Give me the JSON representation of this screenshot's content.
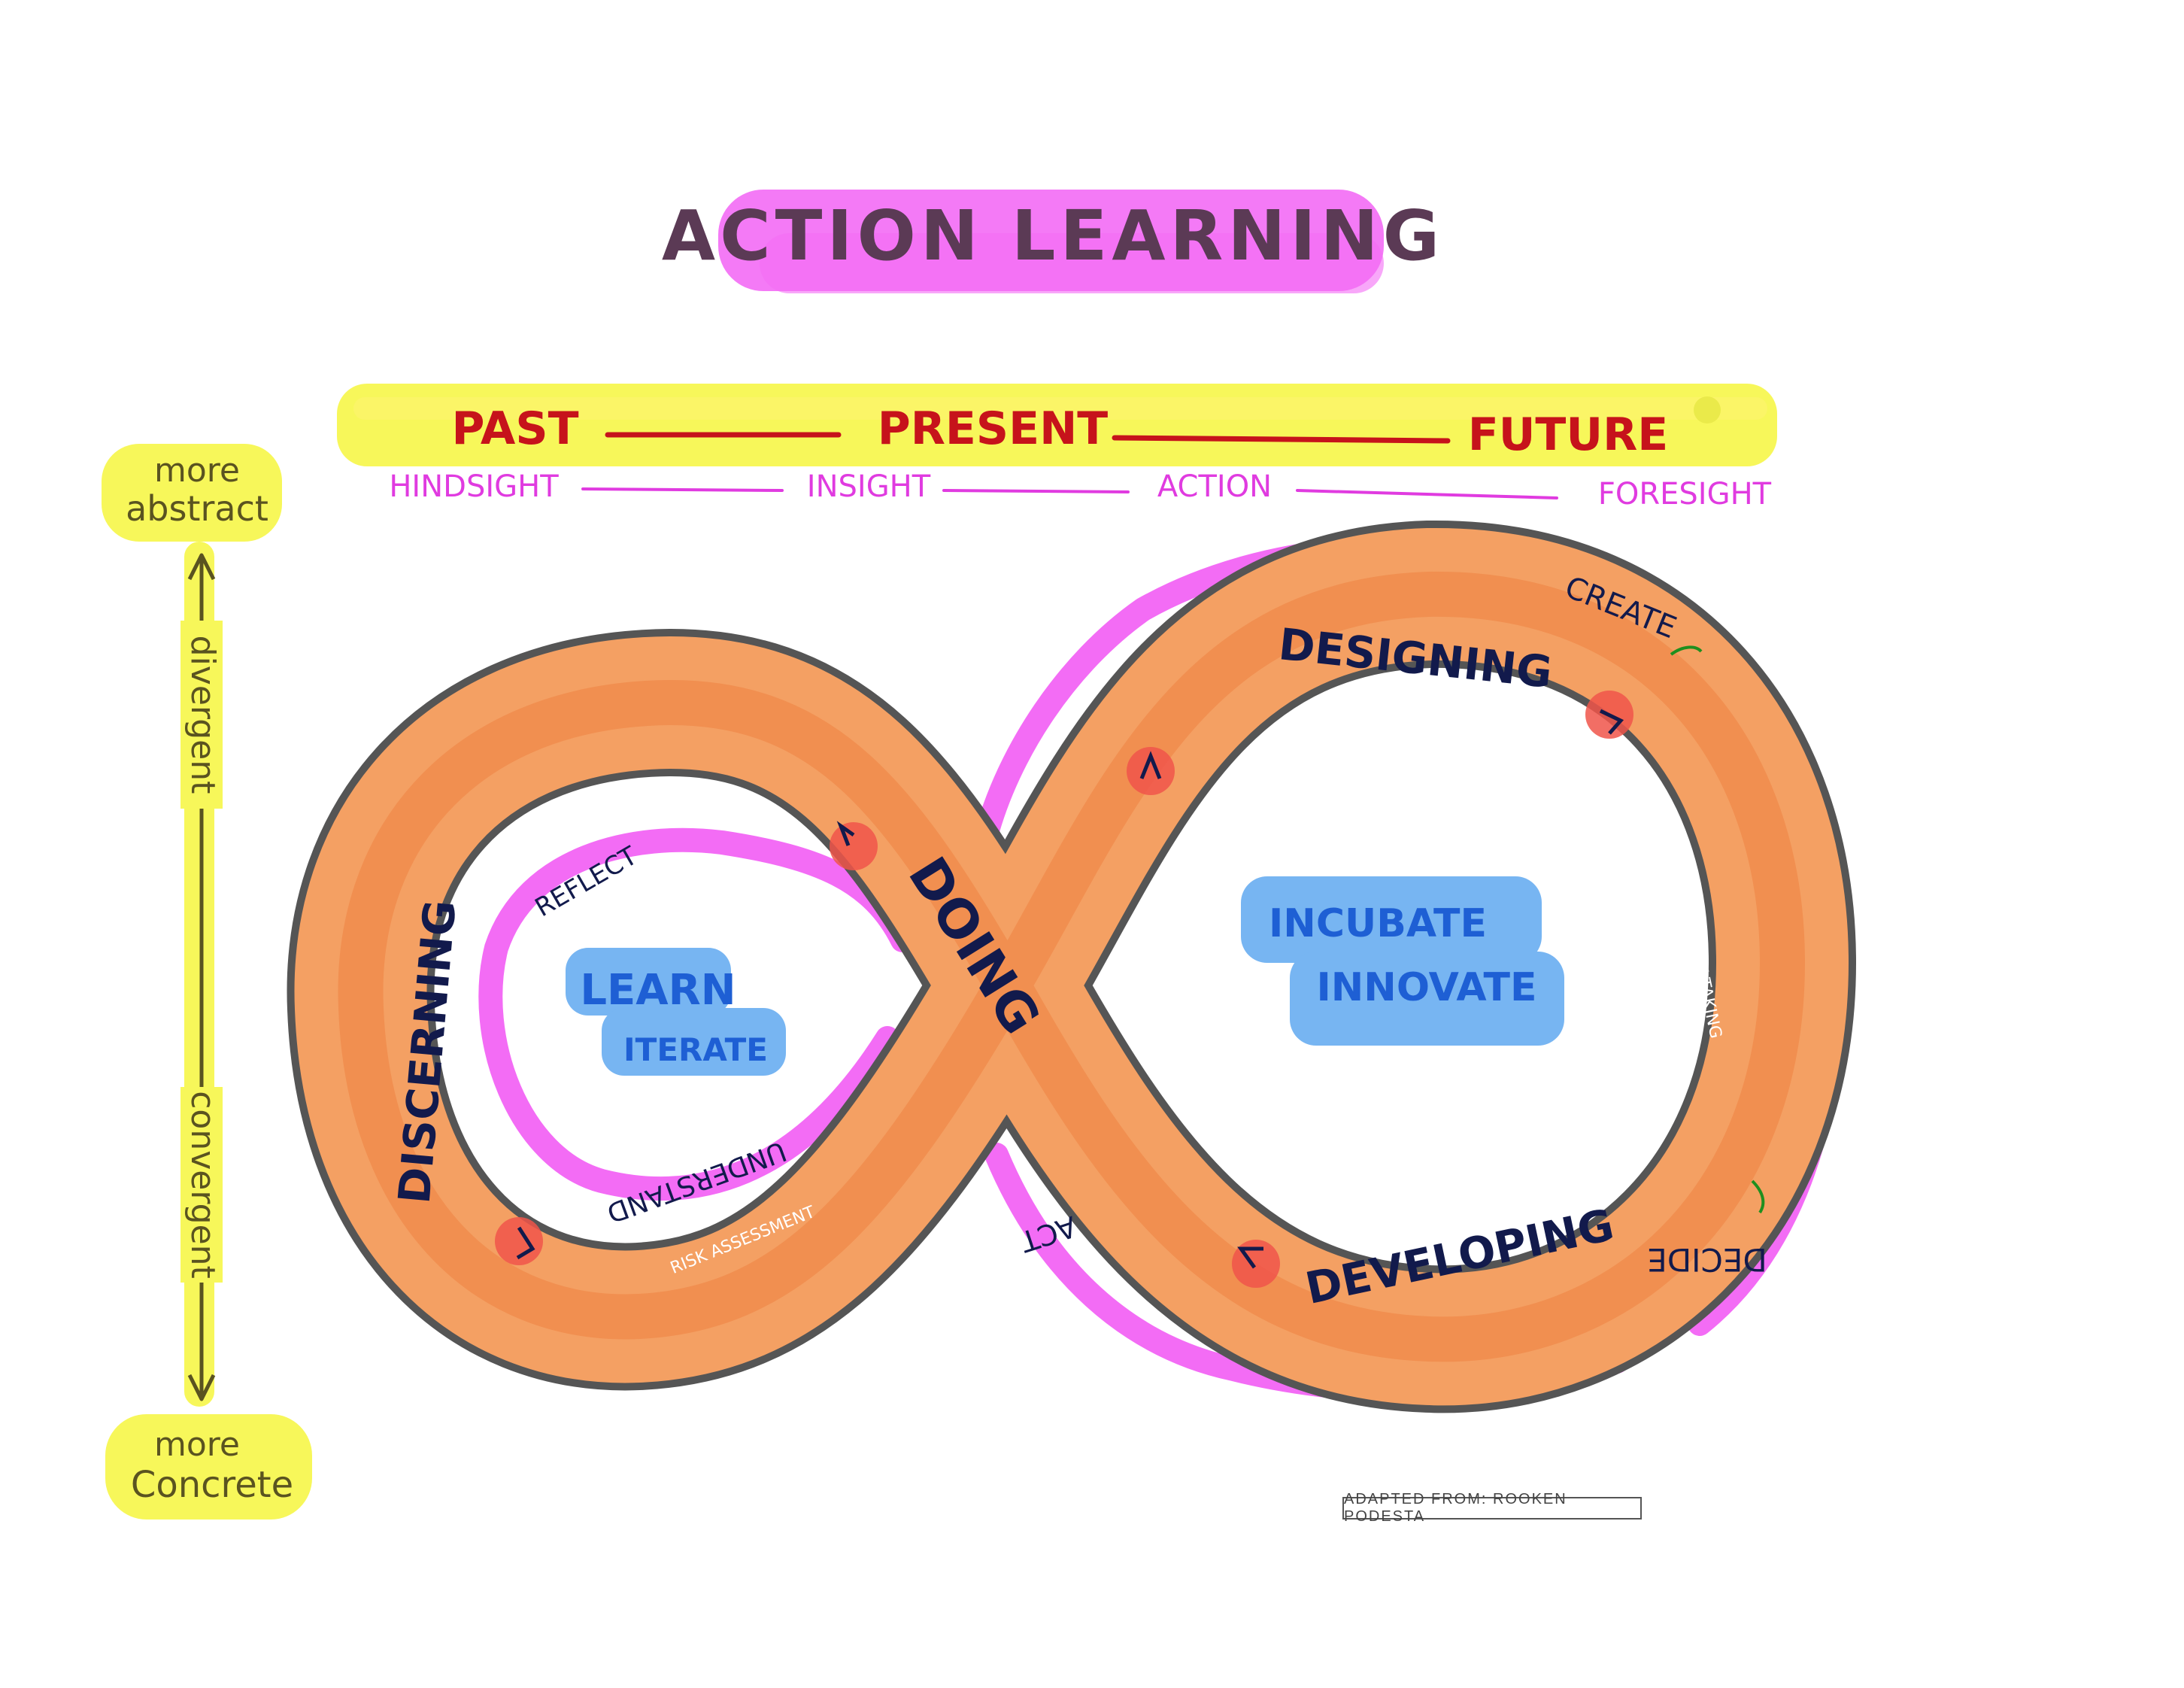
{
  "title": "ACTION LEARNING",
  "timeline": {
    "past": "PAST",
    "present": "PRESENT",
    "future": "FUTURE",
    "hindsight": "HINDSIGHT",
    "insight": "INSIGHT",
    "action": "ACTION",
    "foresight": "FORESIGHT"
  },
  "axis": {
    "top_label_1": "more",
    "top_label_2": "abstract",
    "bottom_label_1": "more",
    "bottom_label_2": "Concrete",
    "divergent": "divergent",
    "convergent": "convergent"
  },
  "loop": {
    "doing": "DOING",
    "discerning": "DISCERNING",
    "designing": "DESIGNING",
    "developing": "DEVELOPING",
    "reflect": "REFLECT",
    "understand": "UNDERSTAND",
    "risk_assessment": "RISK ASSESSMENT",
    "purposeful_risk_taking": "PURPOSEFUL RISK TAKING",
    "create": "CREATE",
    "decide": "DECIDE",
    "act": "ACT"
  },
  "left_box": {
    "line1": "LEARN",
    "line2": "ITERATE"
  },
  "right_box": {
    "line1": "INCUBATE",
    "line2": "INNOVATE"
  },
  "credit": "ADAPTED FROM: ROOKEN PODESTA",
  "colors": {
    "magenta": "#f36cf5",
    "yellow": "#f7f75a",
    "orange": "#f4a063",
    "orange_dark": "#ee7a3a",
    "blue_box": "#77b5f2",
    "dark_red": "#c6131b",
    "purple_text": "#5b3a55",
    "navy_text": "#121a4c",
    "blue_text": "#1e5fd4",
    "green_accent": "#1f8f1f"
  }
}
